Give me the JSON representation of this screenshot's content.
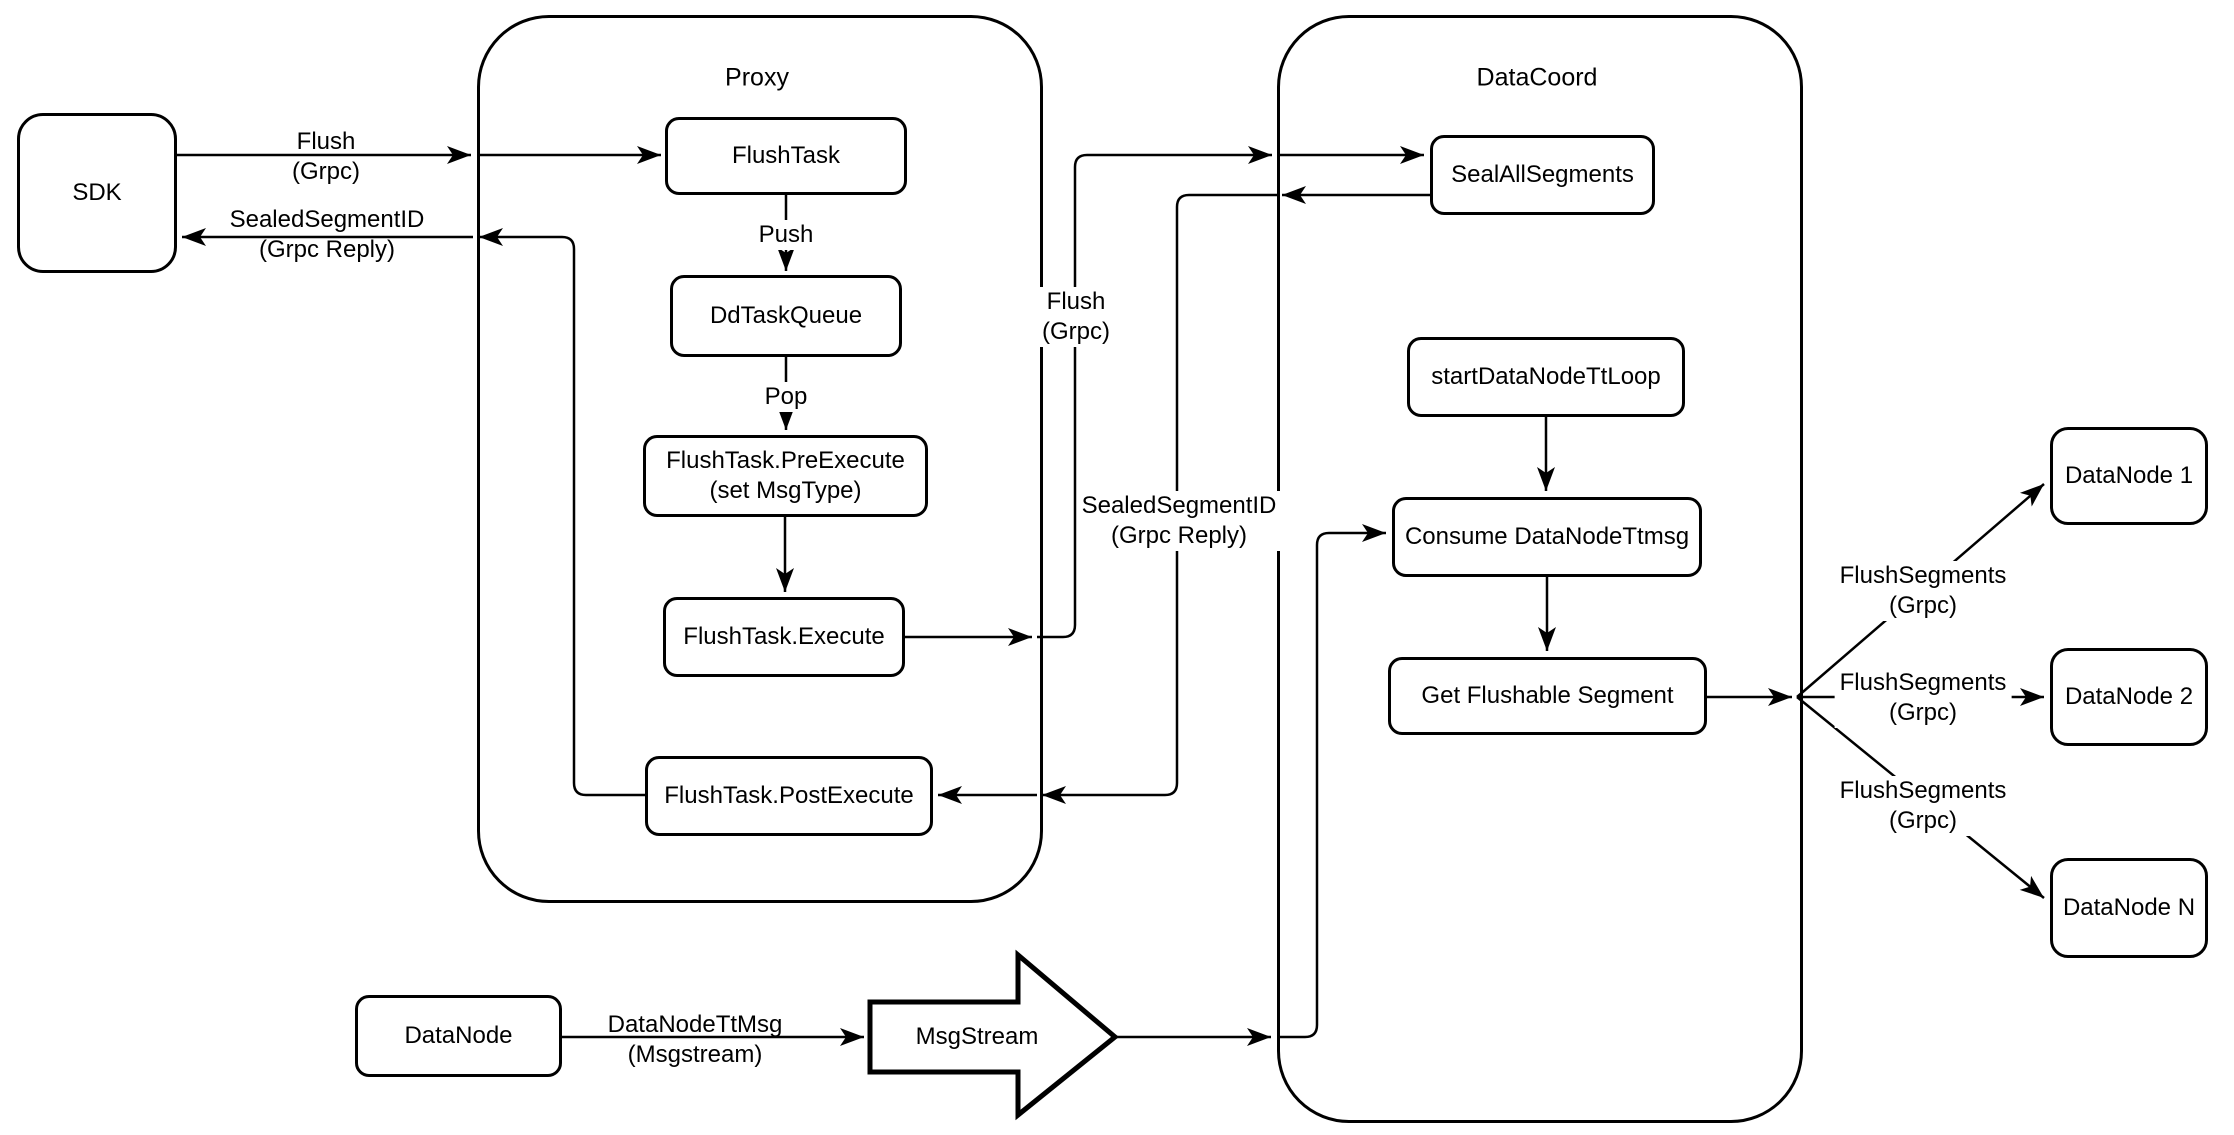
{
  "diagram": {
    "containers": {
      "proxy": {
        "label": "Proxy"
      },
      "datacoord": {
        "label": "DataCoord"
      }
    },
    "nodes": {
      "sdk": {
        "label": "SDK"
      },
      "flush_task": {
        "label": "FlushTask"
      },
      "dd_task_queue": {
        "label": "DdTaskQueue"
      },
      "pre_execute": {
        "label": "FlushTask.PreExecute\n(set MsgType)"
      },
      "execute": {
        "label": "FlushTask.Execute"
      },
      "post_execute": {
        "label": "FlushTask.PostExecute"
      },
      "seal_all_segments": {
        "label": "SealAllSegments"
      },
      "start_datanode_tt_loop": {
        "label": "startDataNodeTtLoop"
      },
      "consume_datanode_ttmsg": {
        "label": "Consume DataNodeTtmsg"
      },
      "get_flushable_segment": {
        "label": "Get Flushable Segment"
      },
      "datanode_1": {
        "label": "DataNode 1"
      },
      "datanode_2": {
        "label": "DataNode 2"
      },
      "datanode_n": {
        "label": "DataNode N"
      },
      "datanode": {
        "label": "DataNode"
      },
      "msgstream": {
        "label": "MsgStream"
      }
    },
    "edge_labels": {
      "flush_grpc_sdk": "Flush\n(Grpc)",
      "sealed_segment_sdk": "SealedSegmentID\n(Grpc Reply)",
      "push": "Push",
      "pop": "Pop",
      "flush_grpc_datacoord": "Flush\n(Grpc)",
      "sealed_segment_datacoord": "SealedSegmentID\n(Grpc Reply)",
      "flush_segments_1": "FlushSegments\n(Grpc)",
      "flush_segments_2": "FlushSegments\n(Grpc)",
      "flush_segments_3": "FlushSegments\n(Grpc)",
      "datanode_ttmsg": "DataNodeTtMsg\n(Msgstream)"
    },
    "colors": {
      "stroke": "#000000",
      "background": "#ffffff",
      "text": "#000000"
    }
  }
}
